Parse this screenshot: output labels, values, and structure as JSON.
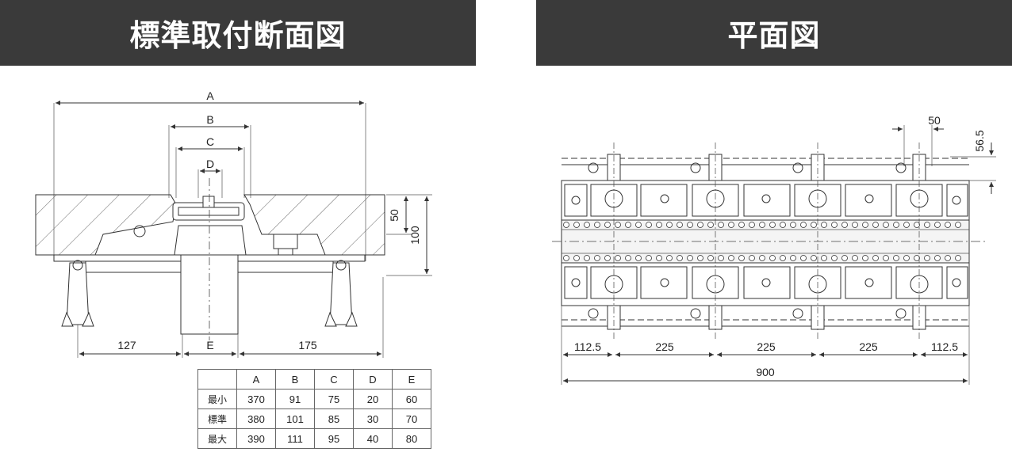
{
  "headers": {
    "left_title": "標準取付断面図",
    "right_title": "平面図"
  },
  "section_view": {
    "labels": {
      "a": "A",
      "b": "B",
      "c": "C",
      "d": "D",
      "e": "E"
    },
    "dims": {
      "left_offset": "127",
      "right_offset": "175",
      "height_50": "50",
      "height_100": "100"
    }
  },
  "plan_view": {
    "dims": {
      "top_50": "50",
      "side_56_5": "56.5",
      "seg1": "112.5",
      "seg2": "225",
      "seg3": "225",
      "seg4": "225",
      "seg5": "112.5",
      "total": "900"
    }
  },
  "spec_table": {
    "columns": [
      "",
      "A",
      "B",
      "C",
      "D",
      "E"
    ],
    "rows": [
      {
        "label": "最小",
        "values": [
          "370",
          "91",
          "75",
          "20",
          "60"
        ]
      },
      {
        "label": "標準",
        "values": [
          "380",
          "101",
          "85",
          "30",
          "70"
        ]
      },
      {
        "label": "最大",
        "values": [
          "390",
          "111",
          "95",
          "40",
          "80"
        ]
      }
    ]
  }
}
